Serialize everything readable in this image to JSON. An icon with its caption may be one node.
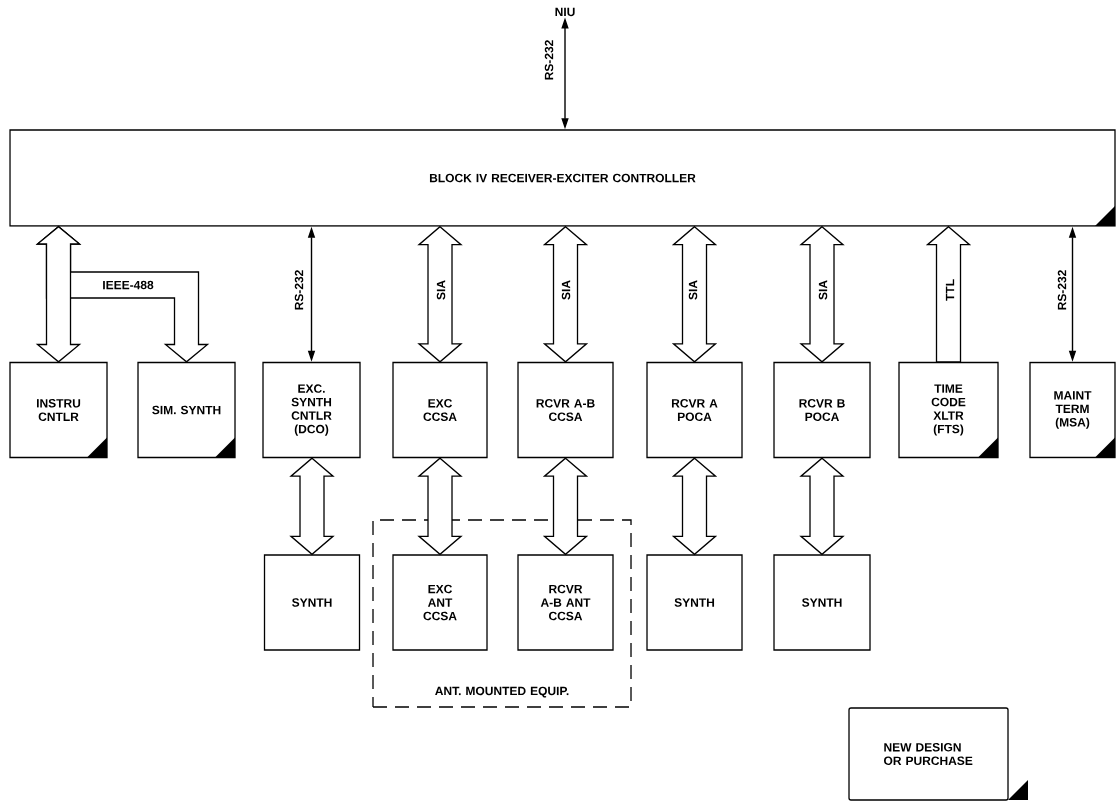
{
  "diagram": {
    "nodes": [
      {
        "text": [
          "NIU"
        ]
      },
      {
        "text": [
          "BLOCK IV RECEIVER-EXCITER CONTROLLER"
        ]
      },
      {
        "text": [
          "INSTRU CNTLR"
        ]
      },
      {
        "text": [
          "SIM. SYNTH"
        ]
      },
      {
        "text": [
          "EXC. SYNTH CNTLR (DCO)"
        ]
      },
      {
        "text": [
          "EXC CCSA"
        ]
      },
      {
        "text": [
          "RCVR A-B CCSA"
        ]
      },
      {
        "text": [
          "RCVR A POCA"
        ]
      },
      {
        "text": [
          "RCVR B POCA"
        ]
      },
      {
        "text": [
          "TIME CODE XLTR (FTS)"
        ]
      },
      {
        "text": [
          "MAINT TERM (MSA)"
        ]
      },
      {
        "text": [
          "SYNTH"
        ]
      },
      {
        "text": [
          "ANT. MOUNTED EQUIP."
        ]
      },
      {
        "text": [
          "EXC ANT CCSA"
        ],
        "in": 12
      },
      {
        "text": [
          "RCVR A-B ANT CCSA"
        ],
        "in": 12
      },
      {
        "text": [
          "SYNTH"
        ]
      },
      {
        "text": [
          "SYNTH"
        ]
      }
    ],
    "edges": [
      {
        "from": 1,
        "to": 0,
        "arrow": "both",
        "label": "RS-232"
      },
      {
        "from": 1,
        "to": 2,
        "arrow": "both",
        "style": "thick"
      },
      {
        "from": 1,
        "to": 3,
        "arrow": "both",
        "label": "IEEE-488",
        "style": "thick"
      },
      {
        "from": 1,
        "to": 4,
        "arrow": "both",
        "label": "RS-232"
      },
      {
        "from": 1,
        "to": 5,
        "arrow": "both",
        "label": "SIA",
        "style": "thick"
      },
      {
        "from": 1,
        "to": 6,
        "arrow": "both",
        "label": "SIA",
        "style": "thick"
      },
      {
        "from": 1,
        "to": 7,
        "arrow": "both",
        "label": "SIA",
        "style": "thick"
      },
      {
        "from": 1,
        "to": 8,
        "arrow": "both",
        "label": "SIA",
        "style": "thick"
      },
      {
        "from": 9,
        "to": 1,
        "arrow": "to",
        "label": "TTL",
        "style": "thick"
      },
      {
        "from": 1,
        "to": 10,
        "arrow": "both",
        "label": "RS-232"
      },
      {
        "from": 4,
        "to": 11,
        "arrow": "both",
        "style": "thick"
      },
      {
        "from": 5,
        "to": 13,
        "arrow": "both",
        "style": "thick"
      },
      {
        "from": 6,
        "to": 14,
        "arrow": "both",
        "style": "thick"
      },
      {
        "from": 7,
        "to": 15,
        "arrow": "both",
        "style": "thick"
      },
      {
        "from": 8,
        "to": 16,
        "arrow": "both",
        "style": "thick"
      }
    ],
    "legend": [
      {
        "text": "NEW DESIGN OR PURCHASE"
      }
    ]
  }
}
